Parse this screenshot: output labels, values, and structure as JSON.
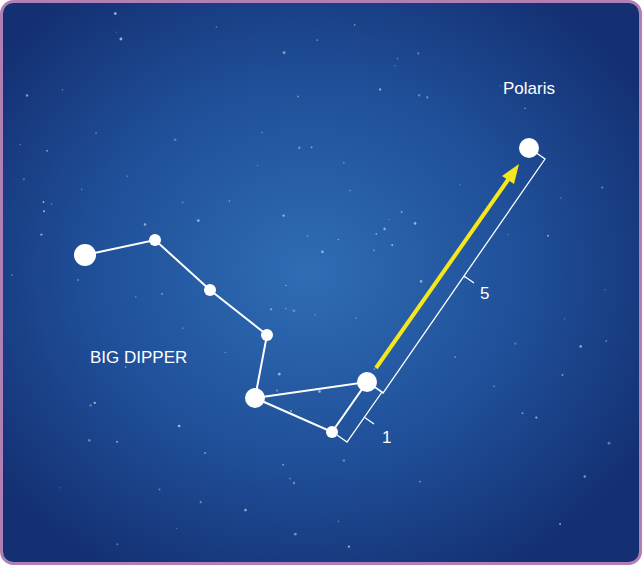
{
  "diagram": {
    "labels": [
      "Polaris",
      "BIG DIPPER",
      "5",
      "1"
    ]
  }
}
